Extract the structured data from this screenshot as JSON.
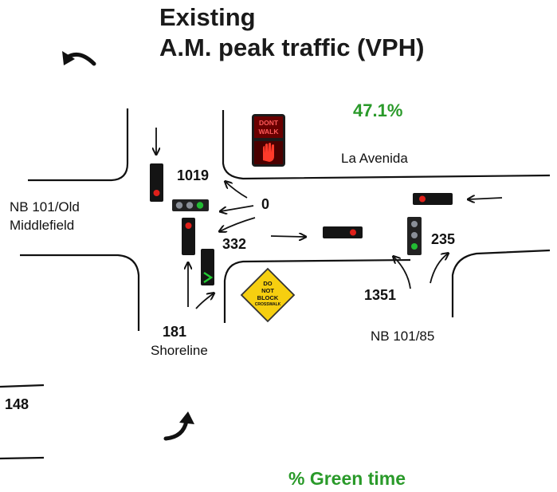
{
  "title": {
    "line1": "Existing",
    "line2": "A.M. peak traffic (VPH)"
  },
  "green_time": {
    "percent": "47.1%",
    "label": "% Green time"
  },
  "streets": {
    "top_right": "La Avenida",
    "left_line1": "NB 101/Old",
    "left_line2": "Middlefield",
    "bottom_left": "Shoreline",
    "bottom_right": "NB 101/85"
  },
  "volumes": {
    "west_right_turn": "1019",
    "west_through": "0",
    "west_left": "332",
    "south_approach": "181",
    "east_approach": "235",
    "northeast_approach": "1351",
    "margin_value": "148"
  },
  "signs": {
    "pedestrian_line1": "DONT",
    "pedestrian_line2": "WALK",
    "do_not_block_line1": "DO",
    "do_not_block_line2": "NOT",
    "do_not_block_line3": "BLOCK",
    "do_not_block_line4": "CROSSWALK"
  },
  "colors": {
    "accent_green": "#2a9a2a",
    "signal_red": "#e0201a",
    "signal_green": "#22bb33",
    "sign_yellow": "#f6cf10"
  }
}
